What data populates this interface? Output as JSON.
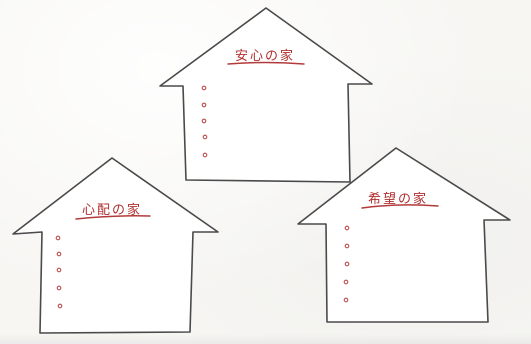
{
  "houses": [
    {
      "key": "anshin",
      "label": "安心の家",
      "bullet_count": 5
    },
    {
      "key": "shinpai",
      "label": "心配の家",
      "bullet_count": 5
    },
    {
      "key": "kibou",
      "label": "希望の家",
      "bullet_count": 5
    }
  ],
  "colors": {
    "outline": "#4a4a4a",
    "label": "#b02f2f",
    "bullet": "#c04a4a",
    "paper": "#f7f6f3"
  }
}
